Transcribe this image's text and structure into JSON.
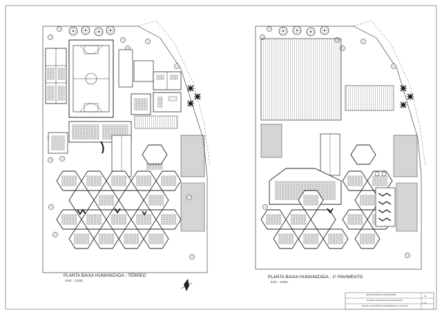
{
  "sheet": {
    "left_plan": {
      "title": "PLANTA BAIXA HUMANIZADA - TÉRREO",
      "scale": "ESC.: 1/200"
    },
    "right_plan": {
      "title": "PLANTA BAIXA HUMANIZADA - 1º PAVIMENTO",
      "scale": "ESC.: 1/200"
    },
    "title_block": {
      "course": "ARQUITETURA E URBANISMO",
      "author": "JAYANE VASCONCELOS DE ARAÚJO",
      "project": "ESCOLA DE ENSINO FUNDAMENTAL 12 SALAS",
      "sheet_number": "02",
      "sheet_code": "1/10"
    }
  }
}
